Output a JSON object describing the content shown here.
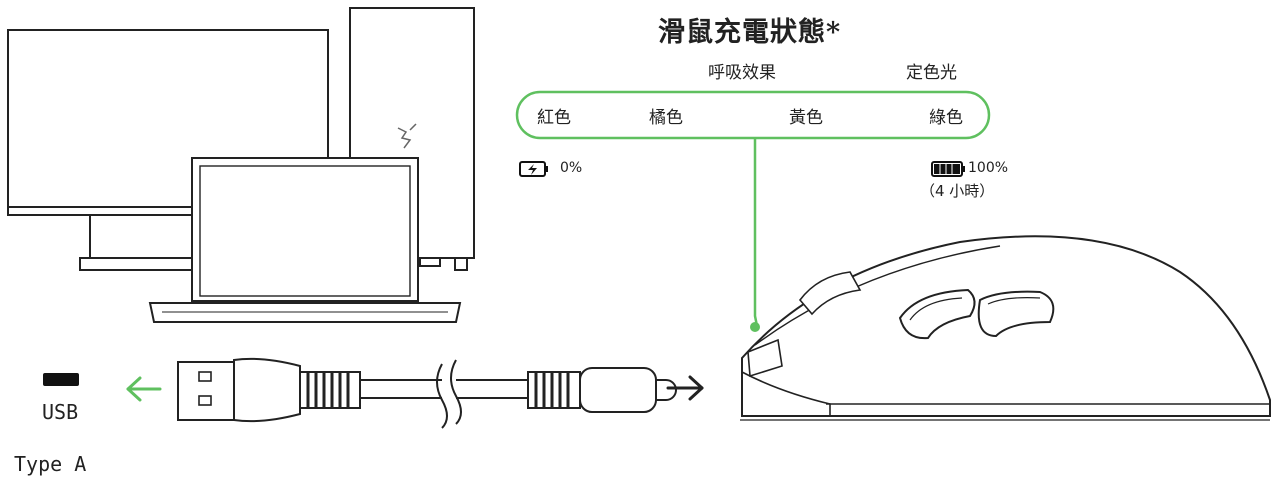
{
  "title": "滑鼠充電狀態*",
  "groups": {
    "breathing": "呼吸效果",
    "static": "定色光"
  },
  "states": [
    {
      "label": "紅色"
    },
    {
      "label": "橘色"
    },
    {
      "label": "黃色"
    },
    {
      "label": "綠色"
    }
  ],
  "battery": {
    "empty": {
      "percent": "0%",
      "level": 0
    },
    "full": {
      "percent": "100%",
      "time": "（4 小時）",
      "level": 1
    }
  },
  "usb": {
    "line1": "USB",
    "line2": "Type A"
  },
  "colors": {
    "accent_green": "#5fc05f",
    "line": "#222222"
  },
  "icons": [
    "monitor-icon",
    "pc-tower-icon",
    "laptop-icon",
    "usb-port-icon",
    "usb-cable-icon",
    "wireless-mouse-icon",
    "battery-charging-icon",
    "battery-full-icon",
    "arrow-left-icon",
    "arrow-right-icon"
  ]
}
